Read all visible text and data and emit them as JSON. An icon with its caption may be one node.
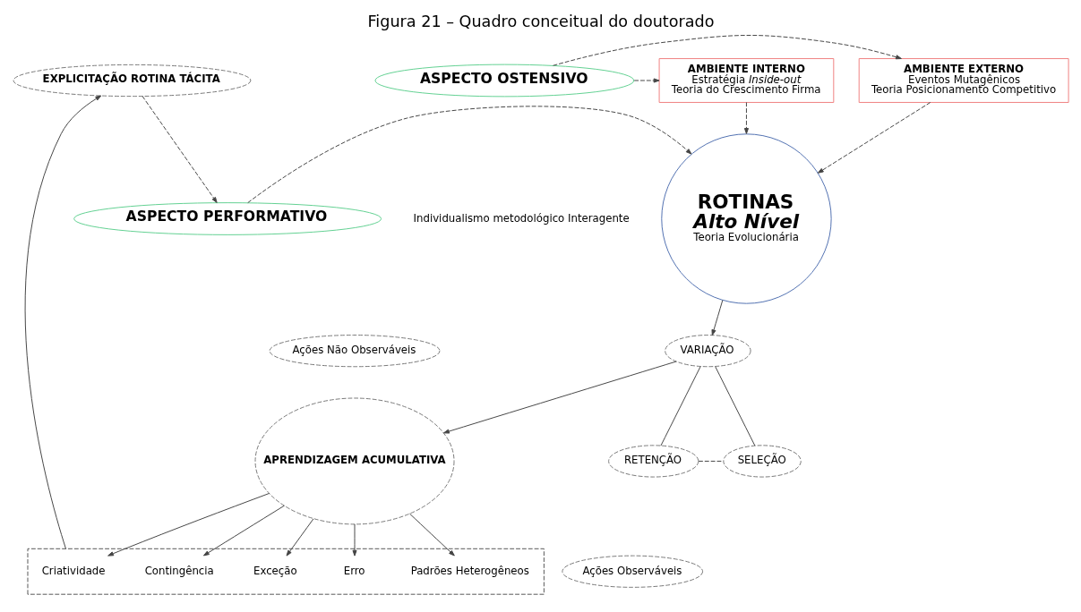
{
  "diagram": {
    "title": "Figura 21 – Quadro conceitual do doutorado",
    "nodes": [
      {
        "text": [
          "AMBIENTE EXTERNO",
          "Eventos Mutagênicos",
          "Teoria Posicionamento Competitivo"
        ]
      },
      {
        "text": [
          "ASPECTO OSTENSIVO"
        ]
      },
      {
        "text": [
          "AMBIENTE INTERNO",
          "Estratégia *Inside-out*",
          "Teoria do Crescimento Firma"
        ]
      },
      {
        "text": [
          "ROTINAS",
          "Alto Nível",
          "Teoria Evolucionária"
        ]
      },
      {
        "text": [
          "ASPECTO PERFORMATIVO"
        ]
      },
      {
        "text": [
          "Ações Não Observáveis"
        ]
      },
      {
        "text": [
          "APRENDIZAGEM ACUMULATIVA"
        ]
      },
      {
        "text": [
          "VARIAÇÃO"
        ]
      },
      {
        "text": [
          "RETENÇÃO"
        ]
      },
      {
        "text": [
          "SELEÇÃO"
        ]
      },
      {
        "text": [],
        "shape": "box"
      },
      {
        "text": [
          "Erro"
        ],
        "in": 10
      },
      {
        "text": [
          "Exceção"
        ],
        "in": 10
      },
      {
        "text": [
          "Contingência"
        ],
        "in": 10
      },
      {
        "text": [
          "Criatividade"
        ],
        "in": 10
      },
      {
        "text": [
          "Padrões Heterogêneos"
        ],
        "in": 10
      },
      {
        "text": [
          "Ações Observáveis"
        ]
      },
      {
        "text": [
          "EXPLICITAÇÃO ROTINA TÁCITA"
        ]
      }
    ],
    "edges": [
      {
        "from": 1,
        "to": 0,
        "arrow": "to",
        "style": "dashed"
      },
      {
        "from": 1,
        "to": 2,
        "arrow": "to",
        "style": "dashed"
      },
      {
        "from": 0,
        "to": 3,
        "arrow": "to",
        "style": "dashed"
      },
      {
        "from": 2,
        "to": 3,
        "arrow": "to",
        "style": "dashed"
      },
      {
        "from": 4,
        "to": 3,
        "arrow": "to",
        "style": "dashed"
      },
      {
        "from": 3,
        "to": 7,
        "arrow": "to"
      },
      {
        "from": 7,
        "to": 8,
        "arrow": "none"
      },
      {
        "from": 7,
        "to": 9,
        "arrow": "none"
      },
      {
        "from": 8,
        "to": 9,
        "arrow": "none",
        "style": "dashed"
      },
      {
        "from": 7,
        "to": 6,
        "arrow": "to"
      },
      {
        "from": 6,
        "to": 11,
        "arrow": "to"
      },
      {
        "from": 6,
        "to": 12,
        "arrow": "to"
      },
      {
        "from": 6,
        "to": 13,
        "arrow": "to"
      },
      {
        "from": 6,
        "to": 14,
        "arrow": "to"
      },
      {
        "from": 6,
        "to": 15,
        "arrow": "to"
      },
      {
        "from": 10,
        "to": 17,
        "arrow": "to"
      },
      {
        "from": 17,
        "to": 4,
        "arrow": "to",
        "style": "dashed"
      }
    ],
    "labels": [
      "Individualismo metodológico Interagente"
    ]
  }
}
